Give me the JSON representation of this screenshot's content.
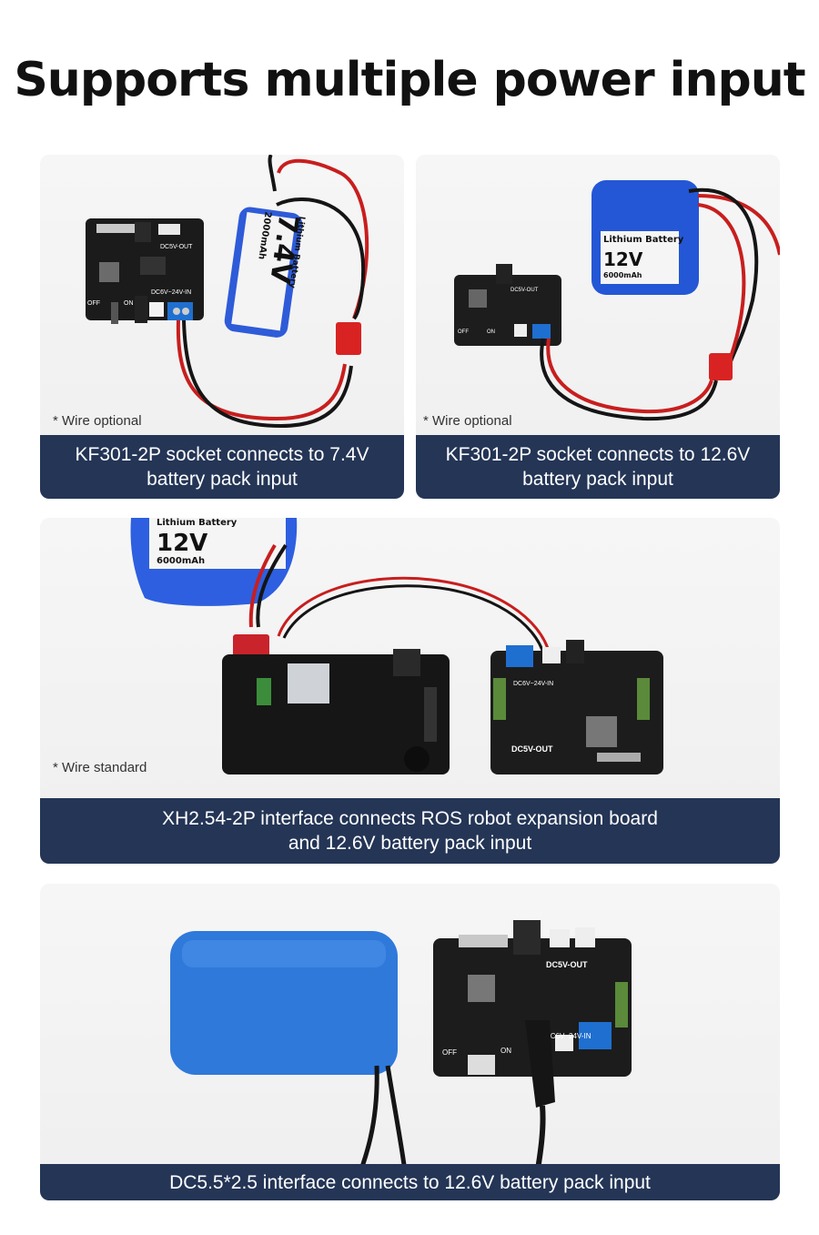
{
  "header": {
    "title": "Supports multiple power input"
  },
  "panels": [
    {
      "note": "* Wire optional",
      "caption": "KF301-2P socket connects to 7.4V\nbattery pack input",
      "battery": {
        "title": "Lithium Battery",
        "voltage": "7.4V",
        "capacity": "2000mAh"
      },
      "board": {
        "labels": [
          "DC5V-OUT",
          "DC6V~24V-IN",
          "OFF",
          "ON"
        ]
      }
    },
    {
      "note": "* Wire optional",
      "caption": "KF301-2P socket connects to 12.6V\nbattery pack input",
      "battery": {
        "title": "Lithium Battery",
        "voltage": "12V",
        "capacity": "6000mAh"
      },
      "board": {
        "labels": [
          "DC5V-OUT",
          "OFF",
          "ON"
        ]
      }
    },
    {
      "note": "* Wire standard",
      "caption": "XH2.54-2P interface connects ROS robot expansion board\nand 12.6V battery pack input",
      "battery": {
        "title": "Lithium Battery",
        "voltage": "12V",
        "capacity": "6000mAh"
      },
      "board": {
        "labels": [
          "DC5V-OUT",
          "DC6V~24V-IN"
        ]
      }
    },
    {
      "note": "",
      "caption": "DC5.5*2.5 interface connects to 12.6V battery pack input",
      "board": {
        "labels": [
          "DC5V-OUT",
          "DC6V~24V-IN",
          "OFF",
          "ON"
        ]
      }
    }
  ]
}
